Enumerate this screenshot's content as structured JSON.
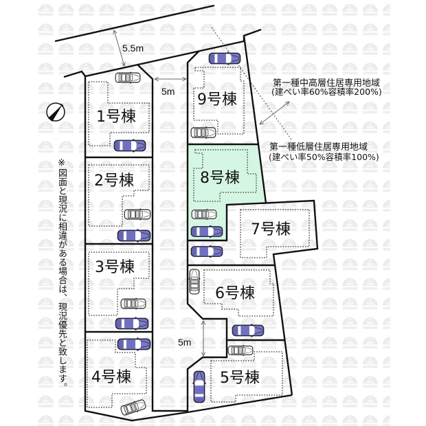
{
  "site_plan": {
    "road": {
      "width_label": "5.5m"
    },
    "private_road": {
      "width_label": "5m",
      "turnaround_width_label": "5m"
    },
    "lots": [
      {
        "number": 1,
        "label": "1号棟",
        "highlighted": false
      },
      {
        "number": 2,
        "label": "2号棟",
        "highlighted": false
      },
      {
        "number": 3,
        "label": "3号棟",
        "highlighted": false
      },
      {
        "number": 4,
        "label": "4号棟",
        "highlighted": false
      },
      {
        "number": 5,
        "label": "5号棟",
        "highlighted": false
      },
      {
        "number": 6,
        "label": "6号棟",
        "highlighted": false
      },
      {
        "number": 7,
        "label": "7号棟",
        "highlighted": false
      },
      {
        "number": 8,
        "label": "8号棟",
        "highlighted": true
      },
      {
        "number": 9,
        "label": "9号棟",
        "highlighted": false
      }
    ],
    "zoning": [
      {
        "name": "第一種中高層住居専用地域",
        "ratios": "(建ぺい率60%容積率200%)"
      },
      {
        "name": "第一種低層住居専用地域",
        "ratios": "(建ぺい率50%容積率100%)"
      }
    ],
    "note": "※図面と現況に相違がある場合は、現況優先と致します。",
    "compass_icon": "north-arrow-icon"
  },
  "colors": {
    "highlighted_lot": "#d3f5e2",
    "boundary": "#111111",
    "dimension_arrow": "#666666",
    "car_blue": "#7a7ac6"
  }
}
